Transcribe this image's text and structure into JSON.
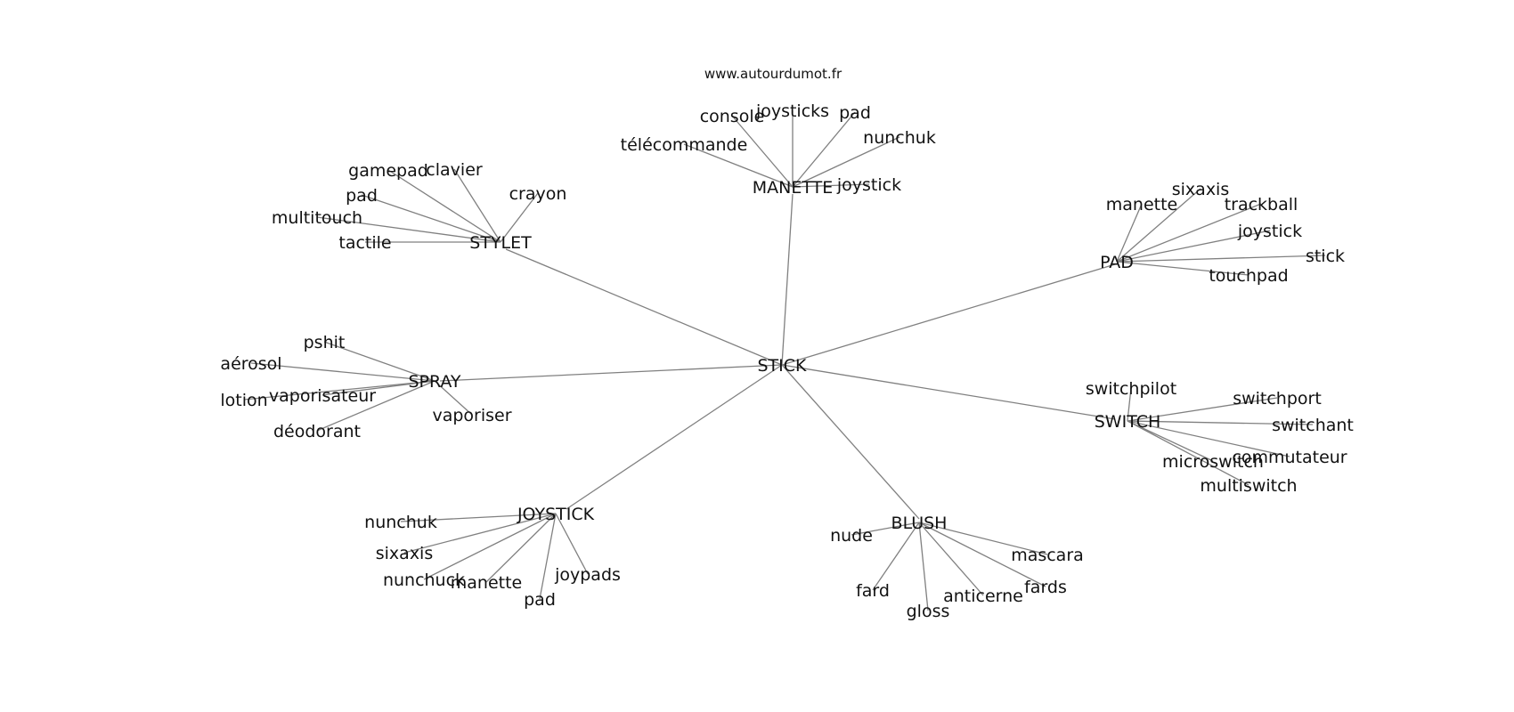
{
  "source_label": "www.autourdumot.fr",
  "colors": {
    "edge": "#808080",
    "text": "#111111",
    "background": "#ffffff"
  },
  "graph": {
    "center": "STICK",
    "hubs": [
      {
        "id": "manette",
        "label": "MANETTE",
        "leaves": [
          "console",
          "joysticks",
          "pad",
          "nunchuk",
          "télécommande",
          "joystick"
        ]
      },
      {
        "id": "stylet",
        "label": "STYLET",
        "leaves": [
          "gamepad",
          "clavier",
          "crayon",
          "pad",
          "multitouch",
          "tactile"
        ]
      },
      {
        "id": "pad",
        "label": "PAD",
        "leaves": [
          "manette",
          "sixaxis",
          "trackball",
          "joystick",
          "stick",
          "touchpad"
        ]
      },
      {
        "id": "spray",
        "label": "SPRAY",
        "leaves": [
          "pshit",
          "aérosol",
          "lotion",
          "vaporisateur",
          "vaporiser",
          "déodorant"
        ]
      },
      {
        "id": "switch",
        "label": "SWITCH",
        "leaves": [
          "switchpilot",
          "switchport",
          "switchant",
          "commutateur",
          "microswitch",
          "multiswitch"
        ]
      },
      {
        "id": "joystick",
        "label": "JOYSTICK",
        "leaves": [
          "nunchuk",
          "sixaxis",
          "nunchuck",
          "manette",
          "pad",
          "joypads"
        ]
      },
      {
        "id": "blush",
        "label": "BLUSH",
        "leaves": [
          "nude",
          "mascara",
          "fards",
          "fard",
          "anticerne",
          "gloss"
        ]
      }
    ]
  }
}
